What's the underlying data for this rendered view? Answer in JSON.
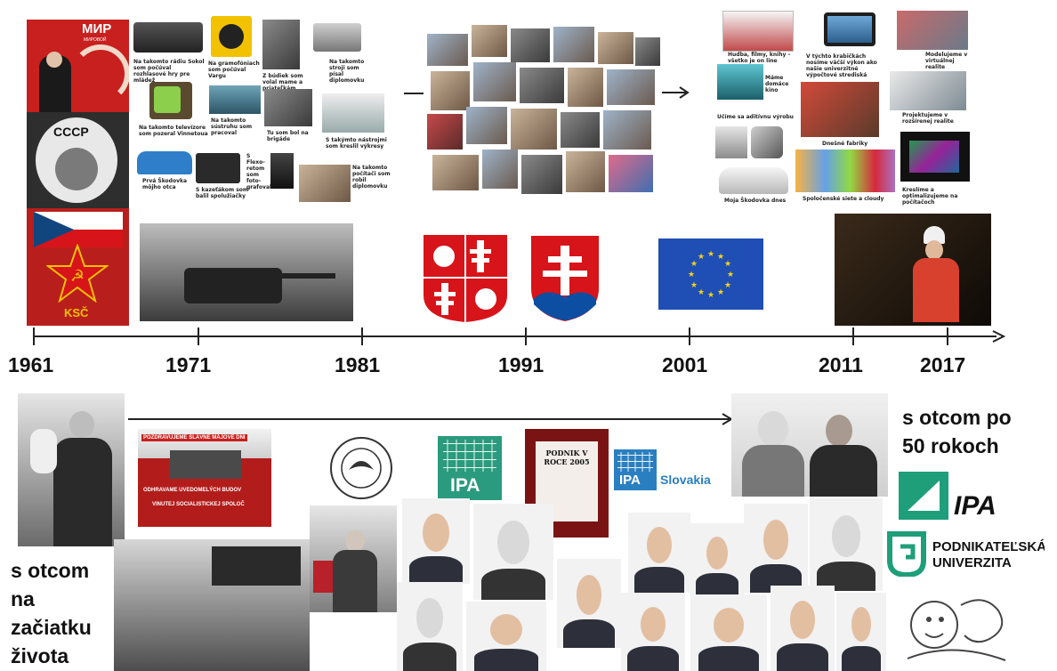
{
  "top_captions": {
    "radio": "Na takomto rádiu Sokol som počúval rozhlasové hry pre mládež",
    "gramophone": "Na gramofóniach som počúval Vargu",
    "phone": "Z búdiek som volal mame a priateľkám",
    "typewriter": "Na takomto stroji som písal diplomovku",
    "tv": "Na takomto televízore som pozeral Vinnetoua",
    "lathe": "Na takomto sústruhu som pracoval",
    "brigade": "Tu som bol na brigáde",
    "tools": "S takýmto nástrojmi som kreslil výkresy",
    "car": "Prvá Škodovka môjho otca",
    "cassette": "S kazeťákom som balil spolužiačky",
    "camera": "S Flexo-retom som foto-grafoval",
    "computer": "Na takomto počítači som robil diplomovku"
  },
  "right_captions": {
    "music": "Hudba, filmy, knihy – všetko je on line",
    "tablets": "V týchto krabičkách nosíme väčší výkon ako našie univerzitné výpočtové strediská",
    "vr": "Modelujeme v virtuálnej realite",
    "cinema": "Máme domáce kino",
    "additive": "Učíme sa aditívnu výrobu",
    "factories": "Dnešné fabriky",
    "ar": "Projektujeme v rozšírenej realite",
    "skoda": "Moja Škodovka dnes",
    "social": "Spoločenské siete a cloudy",
    "cad": "Kreslíme a optimalizujeme na počítačoch"
  },
  "timeline": {
    "years": [
      "1961",
      "1971",
      "1981",
      "1991",
      "2001",
      "2011",
      "2017"
    ]
  },
  "emblems": {
    "ksc": "KSČ",
    "mir": "МИР",
    "mir_sub": "МИРОВОЙ",
    "cccp": "СССР"
  },
  "bottom": {
    "start_caption": [
      "s otcom",
      "na",
      "začiatku",
      "života"
    ],
    "end_caption": [
      "s otcom po",
      "50 rokoch"
    ],
    "banner": "POZDRAVUJEME SLÁVNE MÁJOVÉ DNI",
    "banner2": "ODHRAVAME UVEDOMELÝCH BUDOV",
    "banner3": "VINUTEJ SOCIALISTICKEJ SPOLOČ",
    "ipa": "IPA",
    "ipa_slovakia": "Slovakia",
    "ipa_logo": "IPA",
    "pu_line1": "PODNIKATEĽSKÁ",
    "pu_line2": "UNIVERZITA",
    "book_title": "PODNIK V ROCE 2005"
  },
  "colors": {
    "timeline": "#222222",
    "ipa_blue": "#2a7fc1",
    "ipa_green": "#1f9e7a",
    "eu_blue": "#1f4fb4",
    "eu_star": "#f4d21a",
    "red": "#c8201e"
  }
}
